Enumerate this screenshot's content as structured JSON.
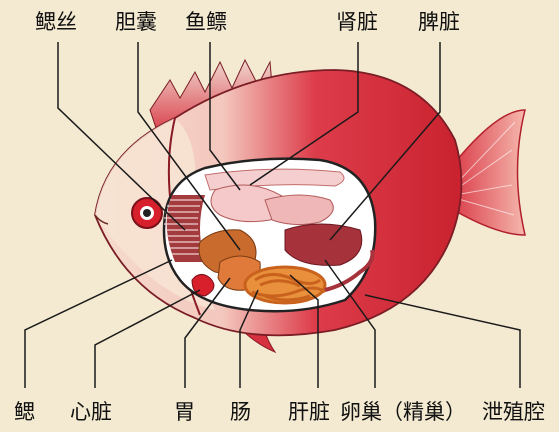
{
  "labels": {
    "gill_filaments": "鳃丝",
    "gallbladder": "胆囊",
    "swim_bladder": "鱼鳔",
    "kidney": "肾脏",
    "spleen": "脾脏",
    "gills": "鳃",
    "heart": "心脏",
    "stomach": "胃",
    "intestine": "肠",
    "liver": "肝脏",
    "gonad": "卵巢（精巢）",
    "cloaca": "泄殖腔"
  },
  "colors": {
    "background": "#f4ead2",
    "body_red": "#d92a3a",
    "body_light": "#f6dccd",
    "cavity_wall": "#ffffff",
    "liver_brown": "#c86b2d",
    "swim_bladder_pink": "#f5c9c9",
    "intestine_orange": "#e9903c",
    "leader_line": "#1a1a1a"
  }
}
